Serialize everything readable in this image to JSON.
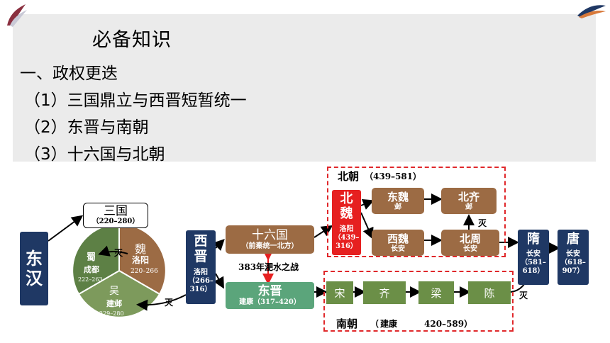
{
  "slide": {
    "title": "必备知识",
    "heading": "一、政权更迭",
    "items": [
      "（1）三国鼎立与西晋短暂统一",
      "（2）东晋与南朝",
      "（3）十六国与北朝"
    ]
  },
  "diagram": {
    "donghan": "东\n汉",
    "sanguo": {
      "label": "三国",
      "years": "（220–280）"
    },
    "wei": {
      "name": "魏",
      "capital": "洛阳",
      "years": "220–266"
    },
    "shu": {
      "name": "蜀",
      "capital": "成都",
      "years": "222–263"
    },
    "wu": {
      "name": "吴",
      "capital": "建邺",
      "years": "229–280"
    },
    "mie": "灭",
    "xijin": {
      "name": "西\n晋",
      "capital": "洛阳",
      "years": "（266–\n316）"
    },
    "shiliuguo": {
      "name": "十六国",
      "note": "（前秦统一北方）"
    },
    "feishui": "383年淝水之战",
    "dongjin": {
      "name": "东晋",
      "capital": "建康（317–420）"
    },
    "beichao": {
      "label": "北朝",
      "years": "（439–581）"
    },
    "beiwei": {
      "name": "北\n魏",
      "capital": "洛阳",
      "years": "（439–\n316）"
    },
    "dongwei": {
      "name": "东魏",
      "capital": "邺"
    },
    "xiwei": {
      "name": "西魏",
      "capital": "长安"
    },
    "beiqi": {
      "name": "北齐",
      "capital": "邺"
    },
    "beizhou": {
      "name": "北周",
      "capital": "长安"
    },
    "sui": {
      "name": "隋",
      "capital": "长安",
      "years": "（581–\n618）"
    },
    "tang": {
      "name": "唐",
      "capital": "长安",
      "years": "（618–\n907）"
    },
    "nanchao": {
      "label": "南朝",
      "capital": "建康",
      "years": "420–589）"
    },
    "south": [
      "宋",
      "齐",
      "梁",
      "陈"
    ],
    "colors": {
      "navy": "#1f3864",
      "brown": "#9c6b44",
      "green": "#6b8f47",
      "teal": "#5ba57b",
      "red": "#e62020",
      "dashed": "#e0282b"
    }
  }
}
